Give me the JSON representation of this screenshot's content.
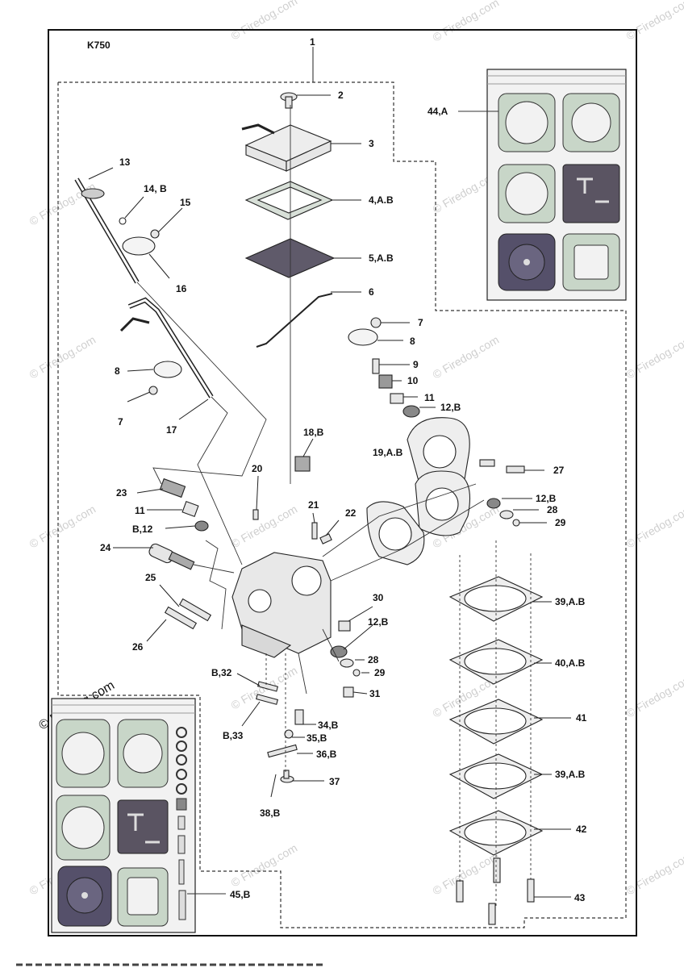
{
  "model": "K750",
  "watermark": "© Firedog.com",
  "callouts": [
    {
      "id": "c1",
      "text": "1"
    },
    {
      "id": "c2",
      "text": "2"
    },
    {
      "id": "c3",
      "text": "3"
    },
    {
      "id": "c4",
      "text": "4,A.B"
    },
    {
      "id": "c5",
      "text": "5,A.B"
    },
    {
      "id": "c6",
      "text": "6"
    },
    {
      "id": "c7a",
      "text": "7"
    },
    {
      "id": "c8a",
      "text": "8"
    },
    {
      "id": "c9",
      "text": "9"
    },
    {
      "id": "c10",
      "text": "10"
    },
    {
      "id": "c11a",
      "text": "11"
    },
    {
      "id": "c12a",
      "text": "12,B"
    },
    {
      "id": "c13",
      "text": "13"
    },
    {
      "id": "c14",
      "text": "14, B"
    },
    {
      "id": "c15",
      "text": "15"
    },
    {
      "id": "c16",
      "text": "16"
    },
    {
      "id": "c8b",
      "text": "8"
    },
    {
      "id": "c7b",
      "text": "7"
    },
    {
      "id": "c17",
      "text": "17"
    },
    {
      "id": "c18",
      "text": "18,B"
    },
    {
      "id": "c19",
      "text": "19,A.B"
    },
    {
      "id": "c20",
      "text": "20"
    },
    {
      "id": "c27",
      "text": "27"
    },
    {
      "id": "c12b",
      "text": "12,B"
    },
    {
      "id": "c28a",
      "text": "28"
    },
    {
      "id": "c29a",
      "text": "29"
    },
    {
      "id": "c23",
      "text": "23"
    },
    {
      "id": "c11b",
      "text": "11"
    },
    {
      "id": "cB12",
      "text": "B,12"
    },
    {
      "id": "c21",
      "text": "21"
    },
    {
      "id": "c22",
      "text": "22"
    },
    {
      "id": "c24",
      "text": "24"
    },
    {
      "id": "c25",
      "text": "25"
    },
    {
      "id": "c26",
      "text": "26"
    },
    {
      "id": "c30",
      "text": "30"
    },
    {
      "id": "c12c",
      "text": "12,B"
    },
    {
      "id": "c28b",
      "text": "28"
    },
    {
      "id": "c29b",
      "text": "29"
    },
    {
      "id": "c31",
      "text": "31"
    },
    {
      "id": "cB32",
      "text": "B,32"
    },
    {
      "id": "cB33",
      "text": "B,33"
    },
    {
      "id": "c34",
      "text": "34,B"
    },
    {
      "id": "c35",
      "text": "35,B"
    },
    {
      "id": "c36",
      "text": "36,B"
    },
    {
      "id": "c37",
      "text": "37"
    },
    {
      "id": "c38",
      "text": "38,B"
    },
    {
      "id": "c39a",
      "text": "39,A.B"
    },
    {
      "id": "c40",
      "text": "40,A.B"
    },
    {
      "id": "c41",
      "text": "41"
    },
    {
      "id": "c39b",
      "text": "39,A.B"
    },
    {
      "id": "c42",
      "text": "42"
    },
    {
      "id": "c43",
      "text": "43"
    },
    {
      "id": "c44",
      "text": "44,A"
    },
    {
      "id": "c45",
      "text": "45,B"
    }
  ]
}
